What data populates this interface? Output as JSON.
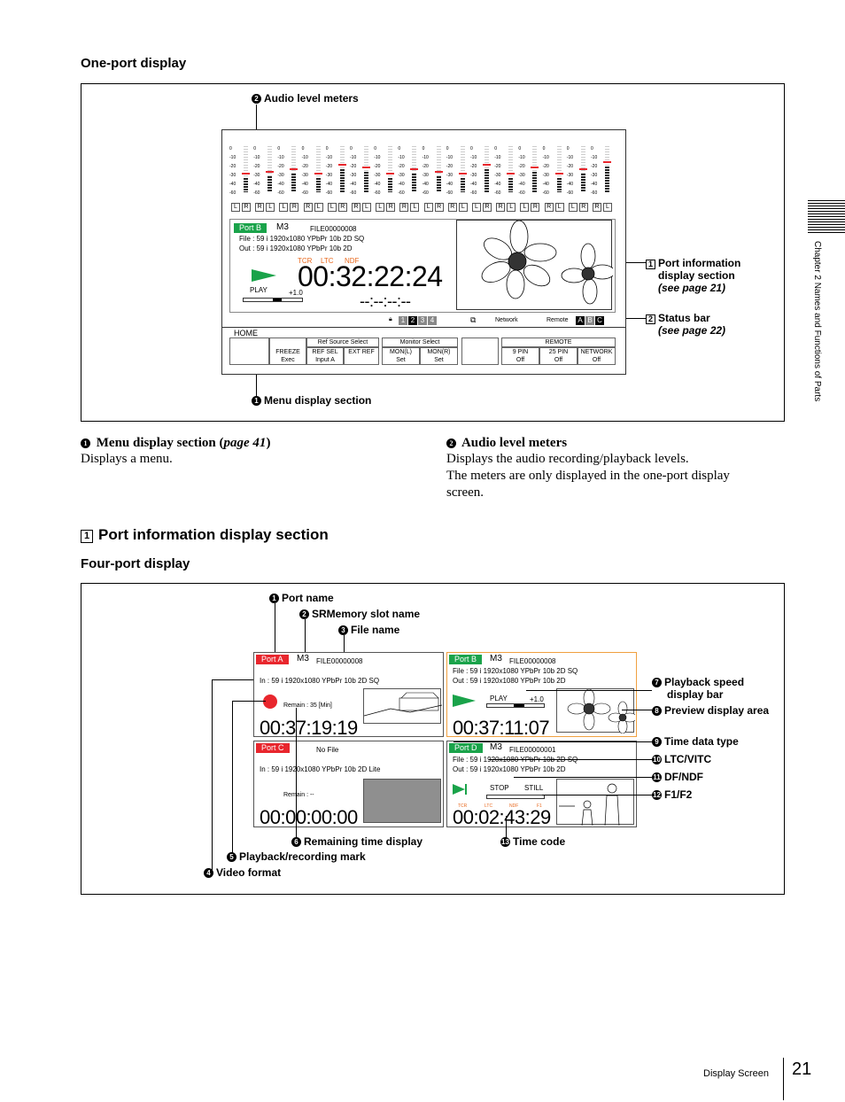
{
  "section1": {
    "title": "One-port display"
  },
  "oneport": {
    "callout_audio": "Audio level meters",
    "callout_menu": "Menu display section",
    "callout_portinfo": "Port information",
    "callout_portinfo2": "display section",
    "callout_portinfo_ref": "(see page 21)",
    "callout_status": "Status bar",
    "callout_status_ref": "(see page 22)",
    "port_tag": "Port B",
    "slot": "M3",
    "file": "FILE00000008",
    "file_line": "File :  59 i      1920x1080   YPbPr  10b  2D  SQ",
    "out_line": "Out :  59 i      1920x1080   YPbPr  10b  2D",
    "tcr": "TCR",
    "ltc": "LTC",
    "ndf": "NDF",
    "play": "PLAY",
    "speed": "+1.0",
    "timecode": "00:32:22:24",
    "timecode2": "--:--:--:--",
    "network": "Network",
    "remote": "Remote",
    "slots": [
      "1",
      "2",
      "3",
      "4"
    ],
    "remote_ports": [
      "A",
      "B",
      "C"
    ],
    "meter_scale": [
      "0",
      "-10",
      "-20",
      "-30",
      "-40",
      "-60"
    ],
    "menu": {
      "home": "HOME",
      "freeze": "FREEZE",
      "exec": "Exec",
      "ref_source": "Ref Source Select",
      "ref_sel": "REF SEL",
      "ext_ref": "EXT REF",
      "input_a": "Input A",
      "monitor_select": "Monitor Select",
      "mon_l": "MON(L)",
      "mon_r": "MON(R)",
      "set1": "Set",
      "set2": "Set",
      "remote": "REMOTE",
      "pin9": "9 PIN",
      "pin25": "25 PIN",
      "network": "NETWORK",
      "off1": "Off",
      "off2": "Off",
      "off3": "Off"
    }
  },
  "desc": {
    "menu_title": "Menu display section (",
    "menu_ref": "page 41",
    "menu_close": ")",
    "menu_body": "Displays a menu.",
    "audio_title": "Audio level meters",
    "audio_body1": "Displays the audio recording/playback levels.",
    "audio_body2": "The meters are only displayed in the one-port display",
    "audio_body3": "screen."
  },
  "section2": {
    "num": "1",
    "title": "Port information display section",
    "subtitle": "Four-port display"
  },
  "fourport": {
    "c1": "Port name",
    "c2": "SRMemory slot name",
    "c3": "File name",
    "c4": "Video format",
    "c5": "Playback/recording mark",
    "c6": "Remaining time display",
    "c7a": "Playback speed",
    "c7b": "display bar",
    "c8": "Preview display area",
    "c9": "Time data type",
    "c10": "LTC/VITC",
    "c11": "DF/NDF",
    "c12": "F1/F2",
    "c13": "Time code",
    "a": {
      "tag": "Port A",
      "slot": "M3",
      "file": "FILE00000008",
      "in": "In  :      59 i          1920x1080     YPbPr    10b  2D  SQ",
      "remain": "Remain :    35 [Min]",
      "tc": "00:37:19:19"
    },
    "b": {
      "tag": "Port B",
      "slot": "M3",
      "file": "FILE00000008",
      "file_l": "File :   59 i        1920x1080    YPbPr   10b  2D  SQ",
      "out_l": "Out :   59 i        1920x1080    YPbPr   10b  2D",
      "play": "PLAY",
      "speed": "+1.0",
      "tc": "00:37:11:07"
    },
    "c": {
      "tag": "Port C",
      "file": "No File",
      "in": "In   :      59 i          1920x1080     YPbPr    10b  2D  Lite",
      "remain": "Remain :  --",
      "tc": "00:00:00:00"
    },
    "d": {
      "tag": "Port D",
      "slot": "M3",
      "file": "FILE00000001",
      "file_l": "File :   59 i        1920x1080    YPbPr   10b  2D  SQ",
      "out_l": "Out :   59 i        1920x1080    YPbPr   10b  2D",
      "stop": "STOP",
      "still": "STILL",
      "tcr": "TCR",
      "ltc": "LTC",
      "ndf": "NDF",
      "f1": "F1",
      "tc": "00:02:43:29"
    }
  },
  "sidebar": {
    "chapter": "Chapter 2  Names and Functions of Parts"
  },
  "footer": {
    "section": "Display Screen",
    "page": "21"
  },
  "colors": {
    "red": "#e8262d",
    "green": "#1aa34a",
    "orange": "#f0a040",
    "status_orange": "#e86a20"
  }
}
